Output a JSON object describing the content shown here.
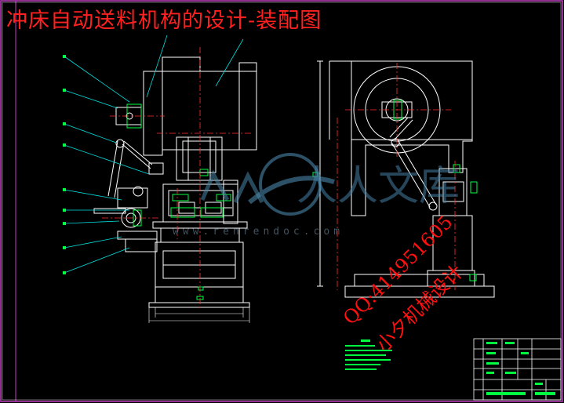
{
  "title": "冲床自动送料机构的设计-装配图",
  "watermark": {
    "chinese": "人人文库",
    "url_text": "www.renrendoc.com"
  },
  "overlay": {
    "qq": "QQ:414951605",
    "shop": "小夕机械设计"
  },
  "colors": {
    "background": "#000000",
    "frame": "#c23cc2",
    "outline": "#ffffff",
    "leader": "#00e0e0",
    "centerline": "#ff3030",
    "part": "#00ff40",
    "title_text": "#ff2020",
    "watermark": "#4a86a8"
  },
  "icons": {
    "watermark_logo": "circle-swoosh-logo"
  }
}
